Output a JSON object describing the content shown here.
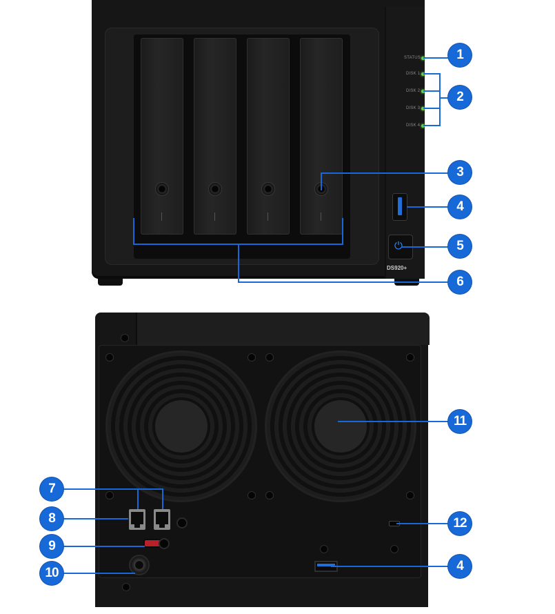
{
  "front": {
    "leds": [
      {
        "label": "STATUS"
      },
      {
        "label": "DISK 1"
      },
      {
        "label": "DISK 2"
      },
      {
        "label": "DISK 3"
      },
      {
        "label": "DISK 4"
      }
    ],
    "model": "DS920+",
    "led_color": "#5fd33a",
    "usb_color": "#1f6fd6"
  },
  "callouts": {
    "c1": "1",
    "c2": "2",
    "c3": "3",
    "c4a": "4",
    "c5": "5",
    "c6": "6",
    "c7": "7",
    "c8": "8",
    "c9": "9",
    "c10": "10",
    "c11": "11",
    "c12": "12",
    "c4b": "4"
  },
  "colors": {
    "callout": "#1769d8",
    "esata": "#b8202a"
  }
}
